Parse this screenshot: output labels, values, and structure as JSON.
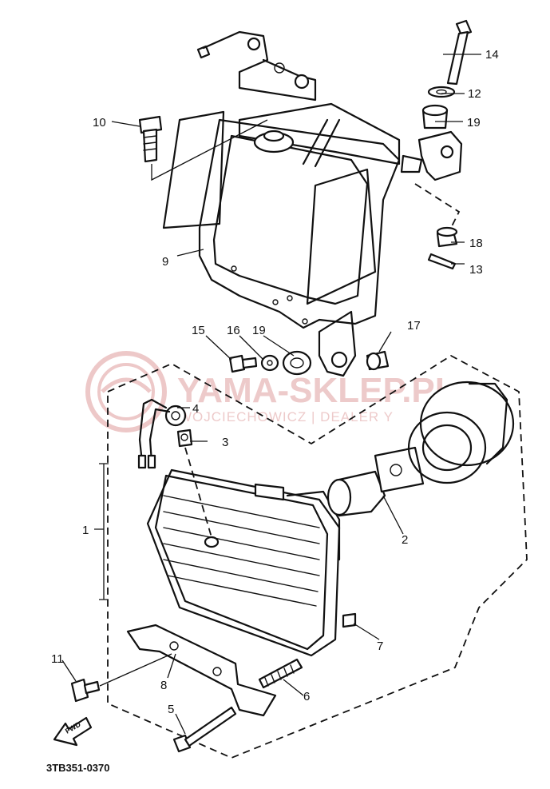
{
  "diagram_code": "3TB351-0370",
  "watermark": {
    "brand": "YAMA-SKLEP.PL",
    "subtitle": "WOJCIECHOWICZ | DEALER Y"
  },
  "fwd_label": "FWD",
  "callouts": [
    {
      "id": "c1",
      "label": "1"
    },
    {
      "id": "c2",
      "label": "2"
    },
    {
      "id": "c3",
      "label": "3"
    },
    {
      "id": "c4",
      "label": "4"
    },
    {
      "id": "c5",
      "label": "5"
    },
    {
      "id": "c6",
      "label": "6"
    },
    {
      "id": "c7",
      "label": "7"
    },
    {
      "id": "c8",
      "label": "8"
    },
    {
      "id": "c9",
      "label": "9"
    },
    {
      "id": "c10",
      "label": "10"
    },
    {
      "id": "c11",
      "label": "11"
    },
    {
      "id": "c12",
      "label": "12"
    },
    {
      "id": "c13",
      "label": "13"
    },
    {
      "id": "c14",
      "label": "14"
    },
    {
      "id": "c15",
      "label": "15"
    },
    {
      "id": "c16",
      "label": "16"
    },
    {
      "id": "c17",
      "label": "17"
    },
    {
      "id": "c18",
      "label": "18"
    },
    {
      "id": "c19a",
      "label": "19"
    },
    {
      "id": "c19b",
      "label": "19"
    }
  ]
}
